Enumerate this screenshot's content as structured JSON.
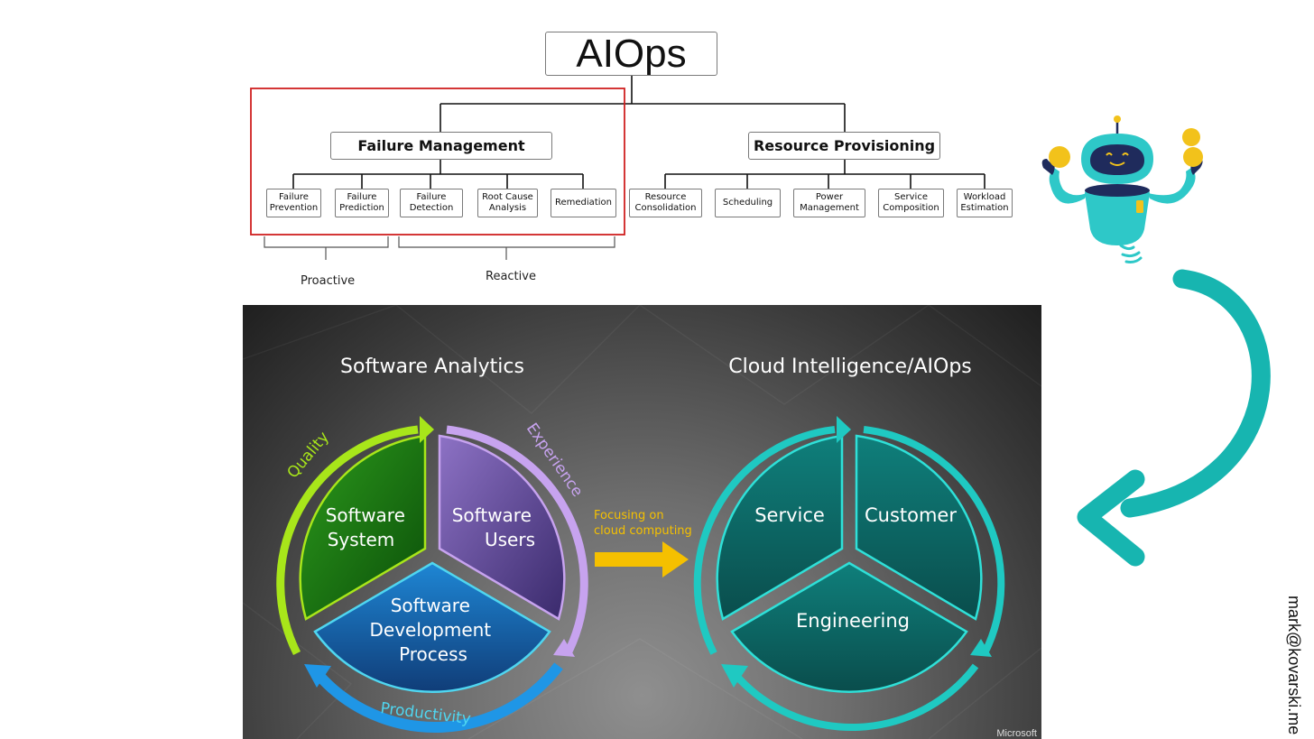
{
  "tree": {
    "root": "AIOps",
    "failure_management": {
      "label": "Failure Management",
      "children": [
        "Failure Prevention",
        "Failure Prediction",
        "Failure Detection",
        "Root Cause Analysis",
        "Remediation"
      ]
    },
    "resource_provisioning": {
      "label": "Resource Provisioning",
      "children": [
        "Resource Consolidation",
        "Scheduling",
        "Power Management",
        "Service Composition",
        "Workload Estimation"
      ]
    },
    "groups": {
      "proactive": "Proactive",
      "reactive": "Reactive"
    }
  },
  "panel": {
    "left_title": "Software Analytics",
    "right_title": "Cloud Intelligence/AIOps",
    "left_segments": {
      "system": [
        "Software",
        "System"
      ],
      "users": [
        "Software",
        "Users"
      ],
      "process": [
        "Software",
        "Development",
        "Process"
      ]
    },
    "left_arcs": {
      "quality": "Quality",
      "experience": "Experience",
      "productivity": "Productivity"
    },
    "transition": [
      "Focusing on",
      "cloud computing"
    ],
    "right_segments": {
      "service": "Service",
      "customer": "Customer",
      "engineering": "Engineering"
    },
    "credit": "Microsoft"
  },
  "author_email": "mark@kovarski.me",
  "colors": {
    "highlight_box": "#d02020",
    "quality": "#a8e61a",
    "experience": "#c7a3ef",
    "productivity": "#4fd6f0",
    "transition_text": "#f5c000",
    "transition_arrow": "#f5c000",
    "teal": "#17b5b0",
    "robot_body": "#2ec8c8",
    "robot_dark": "#1f2b5c",
    "robot_coin": "#f2c21b"
  }
}
